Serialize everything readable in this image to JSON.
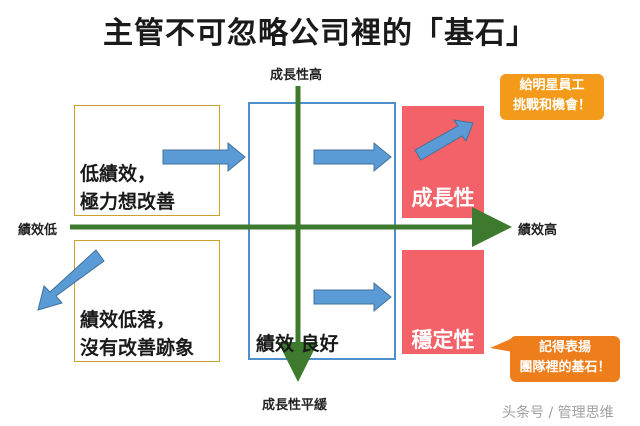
{
  "title": "主管不可忽略公司裡的「基石」",
  "axes": {
    "top": "成長性高",
    "bottom": "成長性平緩",
    "left": "績效低",
    "right": "績效高"
  },
  "quadrants": {
    "top_left": [
      "低績效，",
      "極力想改善"
    ],
    "bottom_left": [
      "績效低落，",
      "沒有改善跡象"
    ],
    "bottom_center": "績效 良好"
  },
  "highlights": {
    "growth": "成長性",
    "stable": "穩定性"
  },
  "callouts": {
    "top": [
      "給明星員工",
      "挑戰和機會！"
    ],
    "bottom": [
      "記得表揚",
      "團隊裡的基石！"
    ]
  },
  "watermark": "头条号 / 管理思维",
  "colors": {
    "axis": "#3d7a2e",
    "arrow": "#5b9bd5",
    "highlight": "#f26268",
    "callout_top": "#f39a1a",
    "callout_bottom": "#ee7d1b"
  }
}
